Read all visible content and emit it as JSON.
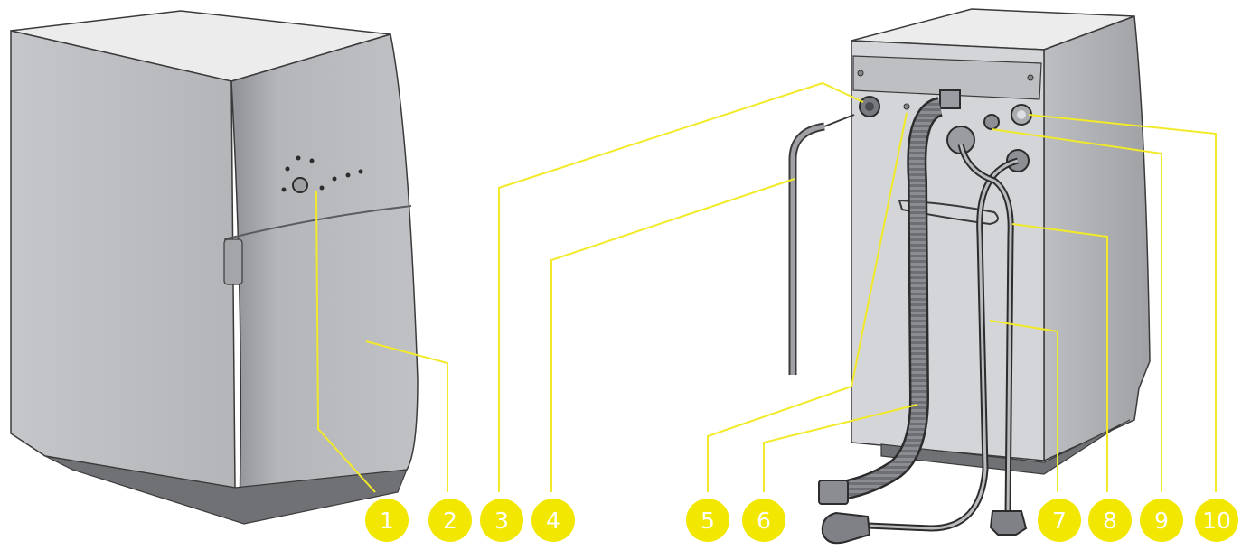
{
  "diagram": {
    "views": [
      {
        "id": "front-view"
      },
      {
        "id": "rear-view"
      }
    ],
    "callouts": [
      {
        "label": "1"
      },
      {
        "label": "2"
      },
      {
        "label": "3"
      },
      {
        "label": "4"
      },
      {
        "label": "5"
      },
      {
        "label": "6"
      },
      {
        "label": "7"
      },
      {
        "label": "8"
      },
      {
        "label": "9"
      },
      {
        "label": "10"
      }
    ],
    "colors": {
      "badge": "#f2e700",
      "leader": "#f2ea28",
      "body": "#b5b7bb",
      "body_dark": "#8e9095",
      "top": "#ececed",
      "outline": "#3a3a3a"
    }
  }
}
